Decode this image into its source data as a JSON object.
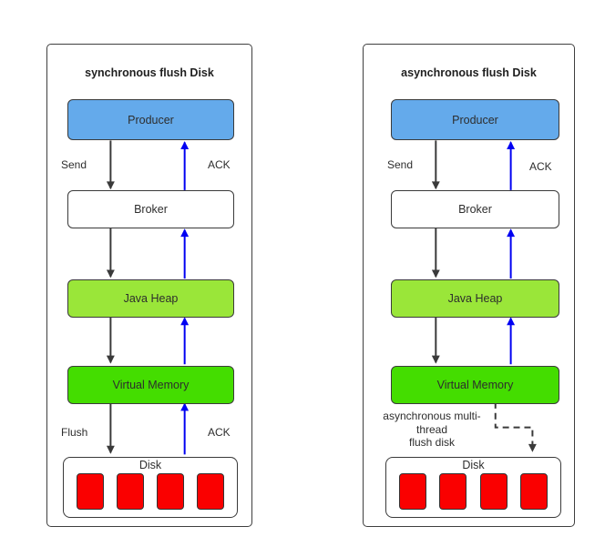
{
  "colors": {
    "producer": "#64aaeb",
    "java_heap": "#9ae639",
    "virtual_memory": "#44dd00",
    "disk_block": "#fa0000",
    "ack_arrow": "#0000f2",
    "flow_arrow": "#3a3a3a"
  },
  "panels": [
    {
      "title": "synchronous flush Disk",
      "nodes": {
        "producer": "Producer",
        "broker": "Broker",
        "java_heap": "Java Heap",
        "virtual_memory": "Virtual Memory"
      },
      "labels": {
        "send": "Send",
        "ack_top": "ACK",
        "flush": "Flush",
        "ack_bottom": "ACK"
      },
      "disk": {
        "label": "Disk",
        "blocks": 4
      }
    },
    {
      "title": "asynchronous flush Disk",
      "nodes": {
        "producer": "Producer",
        "broker": "Broker",
        "java_heap": "Java Heap",
        "virtual_memory": "Virtual Memory"
      },
      "labels": {
        "send": "Send",
        "ack_top": "ACK",
        "flush_note": [
          "asynchronous multi-",
          "thread",
          "flush disk"
        ]
      },
      "disk": {
        "label": "Disk",
        "blocks": 4
      }
    }
  ]
}
